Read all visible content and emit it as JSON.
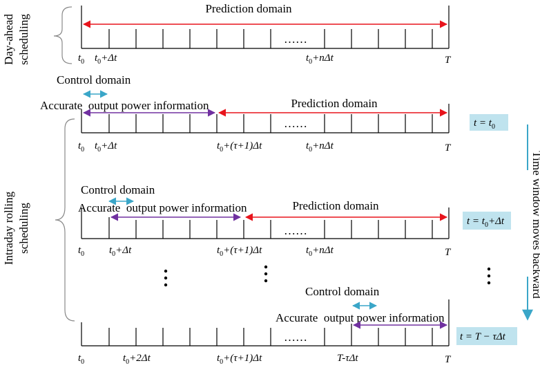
{
  "left_labels": {
    "day_ahead": [
      "Day-ahead",
      "scheduling"
    ],
    "intraday": [
      "Intraday rolling",
      "scheduling"
    ]
  },
  "right_label": "Time window moves backward",
  "dots": "……",
  "colors": {
    "prediction": "#e8141c",
    "accurate": "#7030a0",
    "control": "#3aa6c8",
    "badge_bg": "#bfe3ee",
    "axis": "#000000"
  },
  "rows": [
    {
      "id": "day-ahead",
      "labels": {
        "prediction": "Prediction domain",
        "t0": "t",
        "t0_sub": "0",
        "t1": "t",
        "t1_sub": "0",
        "t1_suffix": "+Δt",
        "tn": "t",
        "tn_sub": "0",
        "tn_suffix": "+nΔt",
        "T": "T"
      }
    },
    {
      "id": "intraday-1",
      "labels": {
        "control": "Control domain",
        "accurate": "Accurate  output power information",
        "prediction": "Prediction domain",
        "t0": "t",
        "t0_sub": "0",
        "t1": "t",
        "t1_sub": "0",
        "t1_suffix": "+Δt",
        "ttau": "t",
        "ttau_sub": "0",
        "ttau_suffix": "+(τ+1)Δt",
        "tn": "t",
        "tn_sub": "0",
        "tn_suffix": "+nΔt",
        "T": "T",
        "badge": "t = t",
        "badge_sub": "0"
      }
    },
    {
      "id": "intraday-2",
      "labels": {
        "control": "Control domain",
        "accurate": "Accurate  output power information",
        "prediction": "Prediction domain",
        "t0": "t",
        "t0_sub": "0",
        "t1": "t",
        "t1_sub": "0",
        "t1_suffix": "+Δt",
        "ttau": "t",
        "ttau_sub": "0",
        "ttau_suffix": "+(τ+1)Δt",
        "tn": "t",
        "tn_sub": "0",
        "tn_suffix": "+nΔt",
        "T": "T",
        "badge": "t = t",
        "badge_sub": "0",
        "badge_suffix": "+Δt"
      }
    },
    {
      "id": "intraday-last",
      "labels": {
        "control": "Control domain",
        "accurate": "Accurate  output power information",
        "t0": "t",
        "t0_sub": "0",
        "t2": "t",
        "t2_sub": "0",
        "t2_suffix": "+2Δt",
        "ttau": "t",
        "ttau_sub": "0",
        "ttau_suffix": "+(τ+1)Δt",
        "tTtau": "T-τΔt",
        "T": "T",
        "badge": "t = T − τΔt"
      }
    }
  ]
}
